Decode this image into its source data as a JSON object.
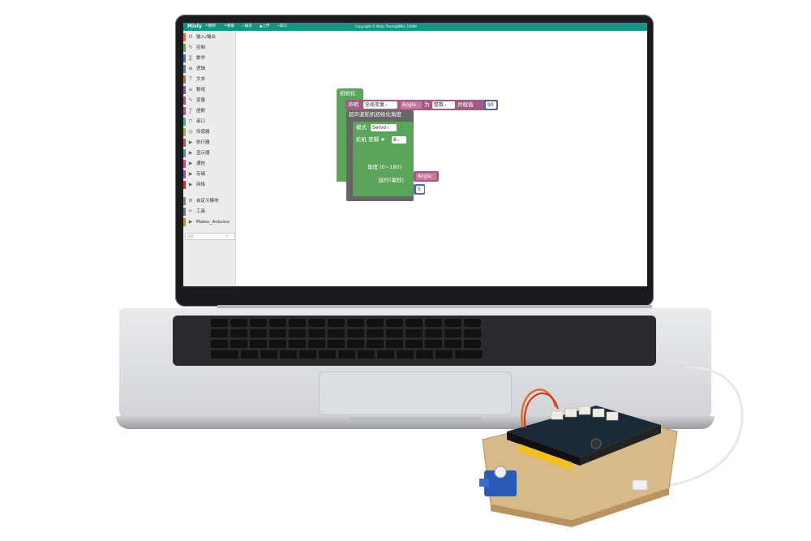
{
  "app": {
    "title": "Mixly",
    "toolbar": {
      "undo": "↶撤销",
      "redo": "↷重做",
      "compile": "✓编译",
      "upload": "▲上传",
      "serial": "⌁串口"
    },
    "copyright": "Copyright © Mixly Team@BNU, CHINA"
  },
  "toolbox": {
    "items": [
      {
        "label": "输入/输出",
        "icon": "⊡",
        "color": "#e06c4a"
      },
      {
        "label": "控制",
        "icon": "↻",
        "color": "#5ba55b"
      },
      {
        "label": "数学",
        "icon": "∑",
        "color": "#5b67a5"
      },
      {
        "label": "逻辑",
        "icon": "⊕",
        "color": "#5b80a5"
      },
      {
        "label": "文本",
        "icon": "T",
        "color": "#a5745b"
      },
      {
        "label": "数组",
        "icon": "≡",
        "color": "#745ba5"
      },
      {
        "label": "变量",
        "icon": "✎",
        "color": "#a55b80"
      },
      {
        "label": "函数",
        "icon": "ƒ",
        "color": "#995ba5"
      },
      {
        "label": "串口",
        "icon": "⊓",
        "color": "#5ba58c"
      },
      {
        "label": "传感器",
        "icon": "◎",
        "color": "#a5a55b"
      },
      {
        "label": "执行器",
        "icon": "▶",
        "color": "#b35b5b"
      },
      {
        "label": "显示器",
        "icon": "▶",
        "color": "#5b8ca5"
      },
      {
        "label": "通信",
        "icon": "▶",
        "color": "#c8507a"
      },
      {
        "label": "存储",
        "icon": "▶",
        "color": "#8c5ba5"
      },
      {
        "label": "网络",
        "icon": "▶",
        "color": "#c0392b"
      },
      {
        "label": "自定义模块",
        "icon": "⚙",
        "color": "#888888"
      },
      {
        "label": "工具",
        "icon": "✂",
        "color": "#777777"
      },
      {
        "label": "Maker_Arduino",
        "icon": "▶",
        "color": "#bf9040"
      }
    ],
    "search_placeholder": "搜索"
  },
  "blocks": {
    "setup_label": "初始化",
    "declare": {
      "label": "声明",
      "scope": "全局变量",
      "name": "Angle",
      "as": "为",
      "type": "整数",
      "assign": "并赋值",
      "value": "90"
    },
    "procedure": "超声波舵机初始化角度",
    "mode": {
      "label": "模式",
      "value": "Servo"
    },
    "servo": {
      "label": "舵机  管脚 #",
      "pin": "8"
    },
    "angle": {
      "label": "角度 (0~180)",
      "value": "Angle"
    },
    "delay": {
      "label": "延时(毫秒)",
      "value": "5"
    }
  },
  "colors": {
    "titlebar": "#139486",
    "setup_block": "#5ba55b",
    "variable_block": "#a55b80",
    "procedure_block": "#666666",
    "math_block": "#5b67a5",
    "servo_block": "#5ba55b"
  }
}
